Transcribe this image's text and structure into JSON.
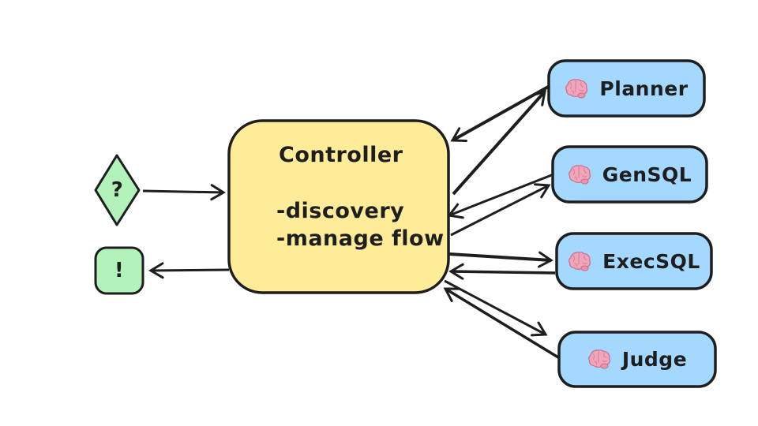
{
  "diagram": {
    "background_color": "#ffffff",
    "stroke_color": "#1e1e1e",
    "input_node": {
      "label": "?",
      "shape": "diamond",
      "fill": "#b2f2bb"
    },
    "output_node": {
      "label": "!",
      "shape": "rounded-square",
      "fill": "#b2f2bb"
    },
    "controller": {
      "title": "Controller",
      "bullets": [
        "-discovery",
        "-manage flow"
      ],
      "fill": "#ffec99"
    },
    "agents": [
      {
        "label": "Planner",
        "icon": "brain-icon"
      },
      {
        "label": "GenSQL",
        "icon": "brain-icon"
      },
      {
        "label": "ExecSQL",
        "icon": "brain-icon"
      },
      {
        "label": "Judge",
        "icon": "brain-icon"
      }
    ],
    "agent_fill": "#a5d8ff",
    "brain_icon_color": "#f2a5ba",
    "edges": [
      {
        "from": "input",
        "to": "controller"
      },
      {
        "from": "controller",
        "to": "output"
      },
      {
        "from": "planner",
        "to": "controller"
      },
      {
        "from": "controller",
        "to": "planner"
      },
      {
        "from": "gensql",
        "to": "controller"
      },
      {
        "from": "controller",
        "to": "gensql"
      },
      {
        "from": "controller",
        "to": "execsql"
      },
      {
        "from": "execsql",
        "to": "controller"
      },
      {
        "from": "controller",
        "to": "judge"
      },
      {
        "from": "judge",
        "to": "controller"
      }
    ]
  }
}
